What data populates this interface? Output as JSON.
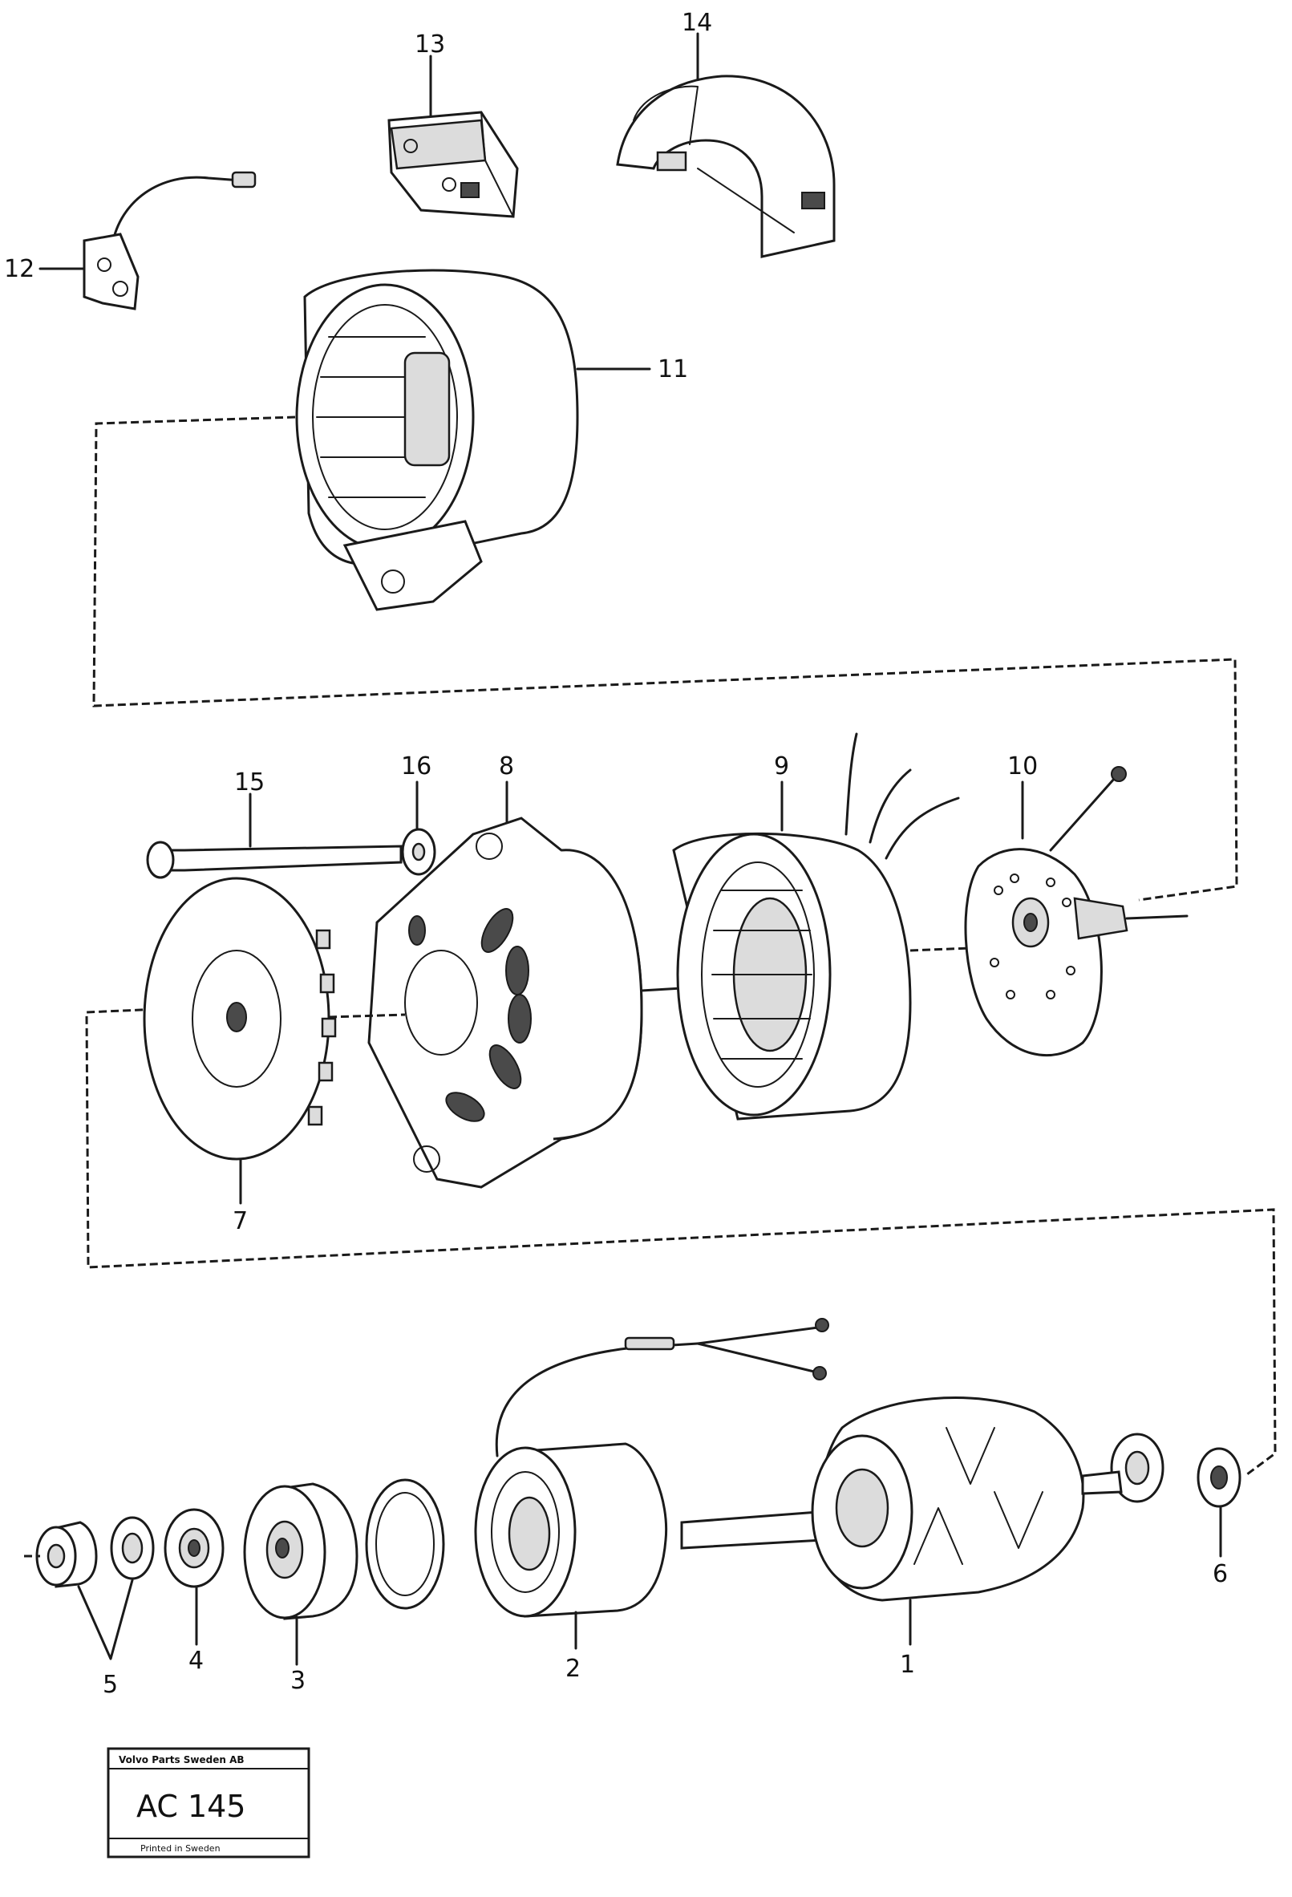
{
  "diagram": {
    "callouts": [
      "1",
      "2",
      "3",
      "4",
      "5",
      "6",
      "7",
      "8",
      "9",
      "10",
      "11",
      "12",
      "13",
      "14",
      "15",
      "16"
    ]
  },
  "stamp": {
    "header": "Volvo Parts Sweden AB",
    "code": "AC 145",
    "footer": "Printed in Sweden"
  }
}
